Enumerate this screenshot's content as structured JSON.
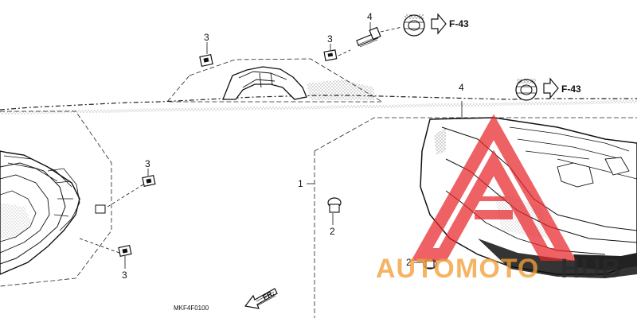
{
  "diagram": {
    "code": "MKF4F0100",
    "direction_label": "FR.",
    "ref_labels": [
      "F-43",
      "F-43"
    ],
    "callouts": [
      {
        "id": "c1",
        "num": "1"
      },
      {
        "id": "c2a",
        "num": "2"
      },
      {
        "id": "c2b",
        "num": "2"
      },
      {
        "id": "c3a",
        "num": "3"
      },
      {
        "id": "c3b",
        "num": "3"
      },
      {
        "id": "c3c",
        "num": "3"
      },
      {
        "id": "c3d",
        "num": "3"
      },
      {
        "id": "c4a",
        "num": "4"
      },
      {
        "id": "c4b",
        "num": "4"
      }
    ]
  },
  "watermark": {
    "text_left": "AUTO",
    "text_mid": "MOTO",
    "text_right": "HUB",
    "color_main": "#f29f38",
    "color_dark": "#2a2a2a",
    "color_logo": "#e8252b"
  }
}
